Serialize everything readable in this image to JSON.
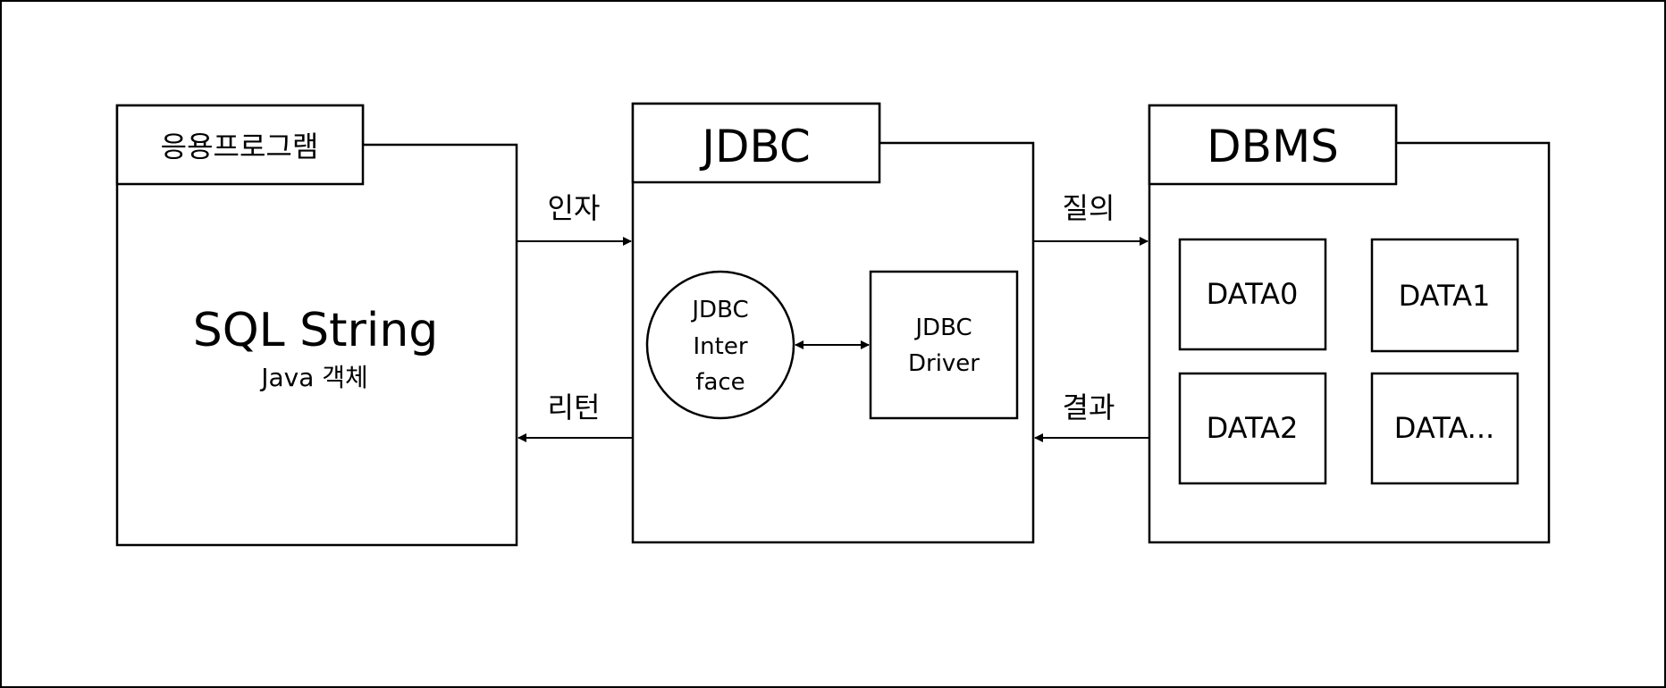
{
  "app": {
    "label": "응용프로그램",
    "main_text": "SQL String",
    "sub_text": "Java 객체"
  },
  "jdbc": {
    "label": "JDBC",
    "interface_lines": [
      "JDBC",
      "Inter",
      "face"
    ],
    "driver_lines": [
      "JDBC",
      "Driver"
    ]
  },
  "dbms": {
    "label": "DBMS",
    "data_boxes": [
      "DATA0",
      "DATA1",
      "DATA2",
      "DATA..."
    ]
  },
  "edges": {
    "argument": "인자",
    "return": "리턴",
    "query": "질의",
    "result": "결과"
  }
}
